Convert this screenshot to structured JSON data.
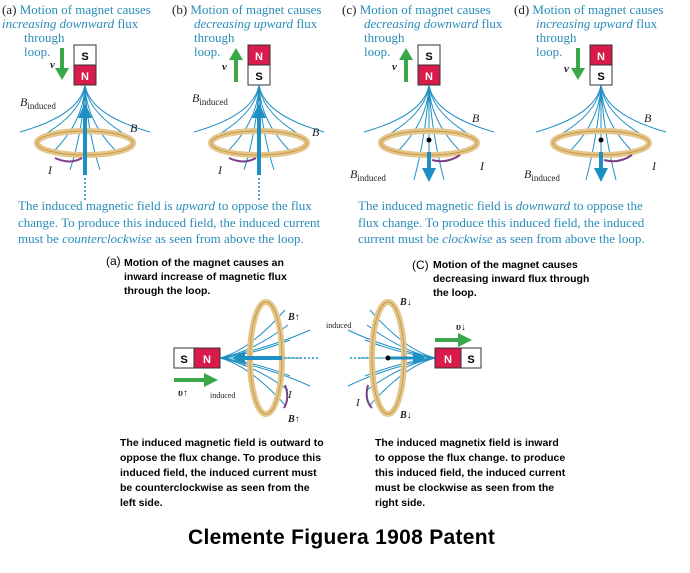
{
  "top": {
    "panels": [
      {
        "letter": "(a)",
        "line1": "Motion of magnet causes",
        "line2": "increasing downward",
        "line2b": "flux",
        "line3": "through",
        "line4": "loop.",
        "v": "v",
        "field_label": "B",
        "field_sub": "induced",
        "b_label": "B",
        "i_label": "I",
        "pole_top": "S",
        "pole_bottom": "N"
      },
      {
        "letter": "(b)",
        "line1": "Motion of magnet causes",
        "line2": "decreasing upward",
        "line2b": "flux",
        "line3": "through",
        "line4": "loop.",
        "v": "v",
        "field_label": "B",
        "field_sub": "induced",
        "b_label": "B",
        "i_label": "I",
        "pole_top": "N",
        "pole_bottom": "S"
      },
      {
        "letter": "(c)",
        "line1": "Motion of magnet causes",
        "line2": "decreasing downward",
        "line2b": "flux",
        "line3": "through",
        "line4": "loop.",
        "v": "v",
        "field_label": "B",
        "field_sub": "induced",
        "b_label": "B",
        "i_label": "I",
        "pole_top": "S",
        "pole_bottom": "N"
      },
      {
        "letter": "(d)",
        "line1": "Motion of magnet causes",
        "line2": "increasing upward",
        "line2b": "flux",
        "line3": "through",
        "line4": "loop.",
        "v": "v",
        "field_label": "B",
        "field_sub": "induced",
        "b_label": "B",
        "i_label": "I",
        "pole_top": "N",
        "pole_bottom": "S"
      }
    ],
    "caption_left": {
      "l1a": "The induced magnetic field is ",
      "l1b": "upward",
      "l1c": " to oppose the flux",
      "l2": "change.  To produce this induced field, the induced current",
      "l3a": "must be ",
      "l3b": "counterclockwise",
      "l3c": " as seen from above the loop."
    },
    "caption_right": {
      "l1a": "The induced magnetic field is ",
      "l1b": "downward",
      "l1c": " to oppose the",
      "l2": "flux change.  To produce this induced field, the induced",
      "l3a": "current must be ",
      "l3b": "clockwise",
      "l3c": " as seen from above the loop."
    }
  },
  "bottom": {
    "left_letter": "(a)",
    "left_note": [
      "Motion of the magnet causes an",
      "inward increase of magnetic flux",
      "through the loop."
    ],
    "right_letter": "(C)",
    "right_note": [
      "Motion of the magnet causes",
      "decreasing inward flux through",
      "the loop."
    ],
    "left_diagram": {
      "pole_s": "S",
      "pole_n": "N",
      "b_up": "B↑",
      "b_down": "B↑",
      "v": "υ↑",
      "induced": "induced",
      "i_label": "I"
    },
    "right_diagram": {
      "pole_s": "S",
      "pole_n": "N",
      "b_up": "B↓",
      "b_down": "B↓",
      "v": "υ↓",
      "induced": "induced",
      "i_label": "I"
    },
    "left_caption": [
      "The induced magnetic field is outward to",
      "oppose the flux change. To produce this",
      "induced field, the induced current must",
      "be counterclockwise as seen from the",
      "left side."
    ],
    "right_caption": [
      "The induced magnetix field is inward",
      "to oppose the flux change.  to produce",
      "this induced field, the induced current",
      "must be clockwise as seen from the",
      "right side."
    ]
  },
  "title": "Clemente Figuera 1908 Patent",
  "colors": {
    "caption": "#2a8cb8",
    "field": "#1e8fc4",
    "ring": "#e4c58a",
    "north": "#d81b4a",
    "green": "#3aa84a",
    "purple": "#7a3f8a"
  }
}
